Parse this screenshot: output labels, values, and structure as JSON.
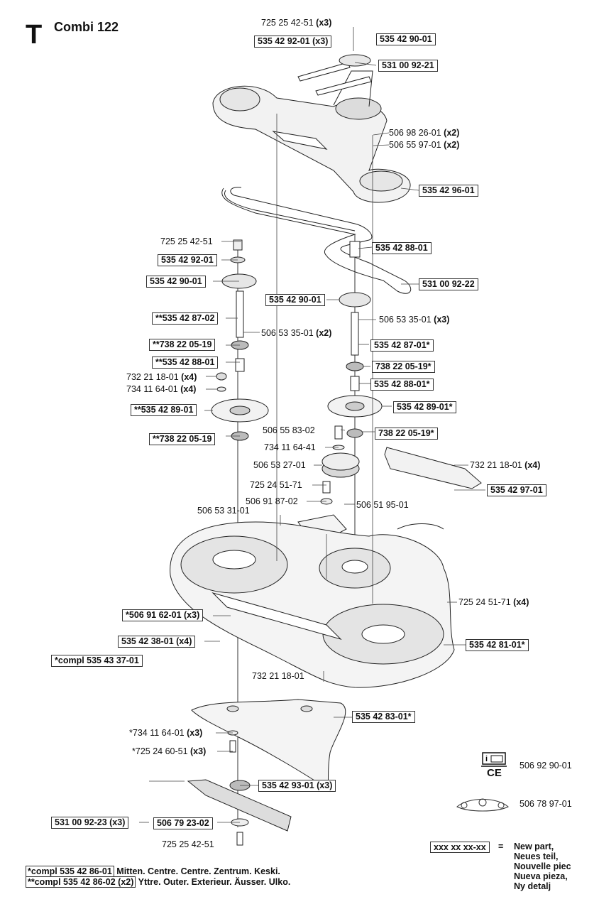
{
  "header": {
    "section_letter": "T",
    "model": "Combi 122"
  },
  "labels": [
    {
      "id": "l01",
      "parts": [
        {
          "t": "725 25 42-51 "
        },
        {
          "t": "(x3)",
          "b": true
        }
      ],
      "boxed": false
    },
    {
      "id": "l02",
      "parts": [
        {
          "t": "535 42 92-01 (x3)"
        }
      ],
      "boxed": true
    },
    {
      "id": "l03",
      "parts": [
        {
          "t": "535 42 90-01"
        }
      ],
      "boxed": true
    },
    {
      "id": "l04",
      "parts": [
        {
          "t": "531 00 92-21"
        }
      ],
      "boxed": true
    },
    {
      "id": "l05",
      "parts": [
        {
          "t": "506 98 26-01 "
        },
        {
          "t": "(x2)",
          "b": true
        }
      ],
      "boxed": false
    },
    {
      "id": "l06",
      "parts": [
        {
          "t": "506 55 97-01 "
        },
        {
          "t": "(x2)",
          "b": true
        }
      ],
      "boxed": false
    },
    {
      "id": "l07",
      "parts": [
        {
          "t": "535 42 96-01"
        }
      ],
      "boxed": true
    },
    {
      "id": "l08",
      "parts": [
        {
          "t": "725 25 42-51"
        }
      ],
      "boxed": false
    },
    {
      "id": "l09",
      "parts": [
        {
          "t": "535 42 88-01"
        }
      ],
      "boxed": true
    },
    {
      "id": "l10",
      "parts": [
        {
          "t": "535 42 92-01"
        }
      ],
      "boxed": true
    },
    {
      "id": "l11",
      "parts": [
        {
          "t": "531 00 92-22"
        }
      ],
      "boxed": true
    },
    {
      "id": "l12",
      "parts": [
        {
          "t": "535 42 90-01"
        }
      ],
      "boxed": true
    },
    {
      "id": "l13",
      "parts": [
        {
          "t": "535 42 90-01"
        }
      ],
      "boxed": true
    },
    {
      "id": "l14",
      "parts": [
        {
          "t": "**535 42 87-02"
        }
      ],
      "boxed": true
    },
    {
      "id": "l15",
      "parts": [
        {
          "t": "506 53 35-01 "
        },
        {
          "t": "(x3)",
          "b": true
        }
      ],
      "boxed": false
    },
    {
      "id": "l16",
      "parts": [
        {
          "t": "506 53 35-01 "
        },
        {
          "t": "(x2)",
          "b": true
        }
      ],
      "boxed": false
    },
    {
      "id": "l17",
      "parts": [
        {
          "t": "**738 22 05-19"
        }
      ],
      "boxed": true
    },
    {
      "id": "l18",
      "parts": [
        {
          "t": "535 42 87-01*"
        }
      ],
      "boxed": true
    },
    {
      "id": "l19",
      "parts": [
        {
          "t": "**535 42 88-01"
        }
      ],
      "boxed": true
    },
    {
      "id": "l20",
      "parts": [
        {
          "t": "738 22 05-19*"
        }
      ],
      "boxed": true
    },
    {
      "id": "l21",
      "parts": [
        {
          "t": "732 21 18-01 "
        },
        {
          "t": "(x4)",
          "b": true
        }
      ],
      "boxed": false
    },
    {
      "id": "l22",
      "parts": [
        {
          "t": "535 42 88-01*"
        }
      ],
      "boxed": true
    },
    {
      "id": "l23",
      "parts": [
        {
          "t": "734 11 64-01 "
        },
        {
          "t": "(x4)",
          "b": true
        }
      ],
      "boxed": false
    },
    {
      "id": "l24",
      "parts": [
        {
          "t": "**535 42 89-01"
        }
      ],
      "boxed": true
    },
    {
      "id": "l25",
      "parts": [
        {
          "t": "535 42 89-01*"
        }
      ],
      "boxed": true
    },
    {
      "id": "l26",
      "parts": [
        {
          "t": "506 55 83-02"
        }
      ],
      "boxed": false
    },
    {
      "id": "l27",
      "parts": [
        {
          "t": "738 22 05-19*"
        }
      ],
      "boxed": true
    },
    {
      "id": "l28",
      "parts": [
        {
          "t": "**738 22 05-19"
        }
      ],
      "boxed": true
    },
    {
      "id": "l29",
      "parts": [
        {
          "t": "734 11 64-41"
        }
      ],
      "boxed": false
    },
    {
      "id": "l30",
      "parts": [
        {
          "t": "732 21 18-01 "
        },
        {
          "t": "(x4)",
          "b": true
        }
      ],
      "boxed": false
    },
    {
      "id": "l31",
      "parts": [
        {
          "t": "506 53 27-01"
        }
      ],
      "boxed": false
    },
    {
      "id": "l32",
      "parts": [
        {
          "t": "725 24 51-71"
        }
      ],
      "boxed": false
    },
    {
      "id": "l33",
      "parts": [
        {
          "t": "535 42 97-01"
        }
      ],
      "boxed": true
    },
    {
      "id": "l34",
      "parts": [
        {
          "t": "506 91 87-02"
        }
      ],
      "boxed": false
    },
    {
      "id": "l35",
      "parts": [
        {
          "t": "506 51 95-01"
        }
      ],
      "boxed": false
    },
    {
      "id": "l36",
      "parts": [
        {
          "t": "506 53 31-01"
        }
      ],
      "boxed": false
    },
    {
      "id": "l37",
      "parts": [
        {
          "t": "725 24 51-71 "
        },
        {
          "t": "(x4)",
          "b": true
        }
      ],
      "boxed": false
    },
    {
      "id": "l38",
      "parts": [
        {
          "t": "*506 91 62-01 (x3)"
        }
      ],
      "boxed": true
    },
    {
      "id": "l39",
      "parts": [
        {
          "t": "535 42 38-01 (x4)"
        }
      ],
      "boxed": true
    },
    {
      "id": "l40",
      "parts": [
        {
          "t": "535 42 81-01*"
        }
      ],
      "boxed": true
    },
    {
      "id": "l41",
      "parts": [
        {
          "t": "*compl 535 43 37-01"
        }
      ],
      "boxed": true
    },
    {
      "id": "l42",
      "parts": [
        {
          "t": "732 21 18-01"
        }
      ],
      "boxed": false
    },
    {
      "id": "l43",
      "parts": [
        {
          "t": "535 42 83-01*"
        }
      ],
      "boxed": true
    },
    {
      "id": "l44",
      "parts": [
        {
          "t": "*734 11 64-01 "
        },
        {
          "t": "(x3)",
          "b": true
        }
      ],
      "boxed": false
    },
    {
      "id": "l45",
      "parts": [
        {
          "t": "*725 24 60-51 "
        },
        {
          "t": "(x3)",
          "b": true
        }
      ],
      "boxed": false
    },
    {
      "id": "l46",
      "parts": [
        {
          "t": "506 92 90-01"
        }
      ],
      "boxed": false
    },
    {
      "id": "l47",
      "parts": [
        {
          "t": "535 42 93-01 (x3)"
        }
      ],
      "boxed": true
    },
    {
      "id": "l48",
      "parts": [
        {
          "t": "506 78 97-01"
        }
      ],
      "boxed": false
    },
    {
      "id": "l49",
      "parts": [
        {
          "t": "531 00 92-23 (x3)"
        }
      ],
      "boxed": true
    },
    {
      "id": "l50",
      "parts": [
        {
          "t": "506 79 23-02"
        }
      ],
      "boxed": true
    },
    {
      "id": "l51",
      "parts": [
        {
          "t": "725 25 42-51"
        }
      ],
      "boxed": false
    }
  ],
  "legend": {
    "key": "xxx xx xx-xx",
    "equals": "=",
    "items": [
      "New part,",
      "Neues teil,",
      "Nouvelle piec",
      "Nueva pieza,",
      "Ny detalj"
    ]
  },
  "footnotes": [
    {
      "key": "*compl 535 42 86-01",
      "text": " Mitten. Centre. Centre. Zentrum. Keski."
    },
    {
      "key": "**compl 535 42 86-02 (x2)",
      "text": " Yttre. Outer. Exterieur. Äusser. Ulko."
    }
  ],
  "icons": [
    "manual-book-icon",
    "ce-mark-icon",
    "belt-routing-icon"
  ],
  "ce_mark": "CE"
}
